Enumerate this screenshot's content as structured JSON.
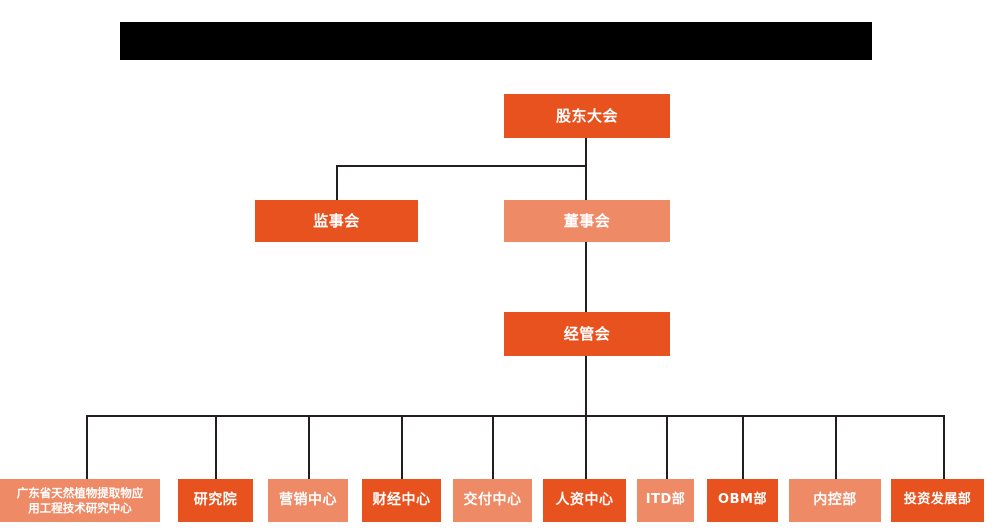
{
  "title_bar": {
    "name": "redacted-title-bar",
    "color": "#000000",
    "text": ""
  },
  "theme": {
    "background": "#FFFFFF",
    "node_dark": "#E8521E",
    "node_light": "#EE8A66",
    "node_text": "#FFFFFF",
    "connector": "#231F20"
  },
  "chart_data": {
    "type": "diagram",
    "subtype": "organization-chart",
    "title": "",
    "orientation": "top-down",
    "levels": [
      {
        "level": 1,
        "nodes": [
          "股东大会"
        ]
      },
      {
        "level": 2,
        "nodes": [
          "监事会",
          "董事会"
        ]
      },
      {
        "level": 3,
        "nodes": [
          "经管会"
        ]
      },
      {
        "level": 4,
        "nodes": [
          "广东省天然植物提取物应用工程技术研究中心",
          "研究院",
          "营销中心",
          "财经中心",
          "交付中心",
          "人资中心",
          "ITD部",
          "OBM部",
          "内控部",
          "投资发展部"
        ]
      }
    ],
    "edges": [
      {
        "from": "股东大会",
        "to": "监事会"
      },
      {
        "from": "股东大会",
        "to": "董事会"
      },
      {
        "from": "董事会",
        "to": "经管会"
      },
      {
        "from": "经管会",
        "to": "广东省天然植物提取物应用工程技术研究中心"
      },
      {
        "from": "经管会",
        "to": "研究院"
      },
      {
        "from": "经管会",
        "to": "营销中心"
      },
      {
        "from": "经管会",
        "to": "财经中心"
      },
      {
        "from": "经管会",
        "to": "交付中心"
      },
      {
        "from": "经管会",
        "to": "人资中心"
      },
      {
        "from": "经管会",
        "to": "ITD部"
      },
      {
        "from": "经管会",
        "to": "OBM部"
      },
      {
        "from": "经管会",
        "to": "内控部"
      },
      {
        "from": "经管会",
        "to": "投资发展部"
      }
    ]
  },
  "nodes": {
    "shareholders_meeting": {
      "label": "股东大会",
      "color": "#E8521E",
      "tone": "dark"
    },
    "board_of_supervisors": {
      "label": "监事会",
      "color": "#E8521E",
      "tone": "dark"
    },
    "board_of_directors": {
      "label": "董事会",
      "color": "#EE8A66",
      "tone": "light"
    },
    "management_committee": {
      "label": "经管会",
      "color": "#E8521E",
      "tone": "dark"
    },
    "dept_research_center": {
      "label": "广东省天然植物提取物应\n用工程技术研究中心",
      "color": "#EE8A66",
      "tone": "light"
    },
    "dept_research_institute": {
      "label": "研究院",
      "color": "#E8521E",
      "tone": "dark"
    },
    "dept_marketing_center": {
      "label": "营销中心",
      "color": "#EE8A66",
      "tone": "light"
    },
    "dept_finance_center": {
      "label": "财经中心",
      "color": "#E8521E",
      "tone": "dark"
    },
    "dept_delivery_center": {
      "label": "交付中心",
      "color": "#EE8A66",
      "tone": "light"
    },
    "dept_hr_center": {
      "label": "人资中心",
      "color": "#E8521E",
      "tone": "dark"
    },
    "dept_itd": {
      "label": "ITD部",
      "color": "#EE8A66",
      "tone": "light"
    },
    "dept_obm": {
      "label": "OBM部",
      "color": "#E8521E",
      "tone": "dark"
    },
    "dept_internal_control": {
      "label": "内控部",
      "color": "#EE8A66",
      "tone": "light"
    },
    "dept_investment_development": {
      "label": "投资发展部",
      "color": "#E8521E",
      "tone": "dark"
    }
  }
}
